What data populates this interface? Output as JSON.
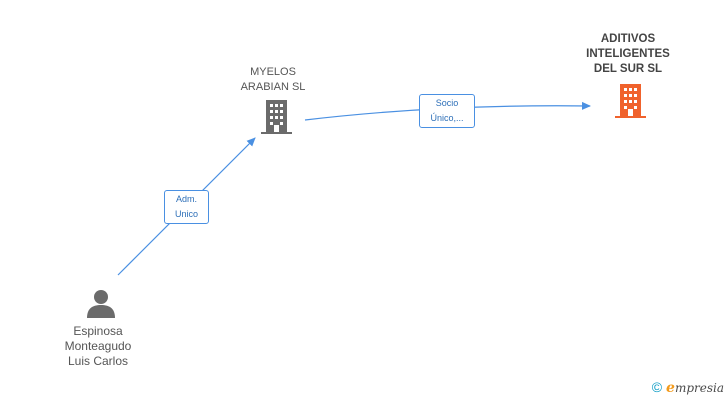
{
  "colors": {
    "edge": "#4a90e2",
    "company_grey": "#6b6b6b",
    "company_highlight": "#f0622c",
    "person": "#6b6b6b",
    "copyright": "#0b9bc4",
    "brand_accent": "#f39a1b"
  },
  "nodes": {
    "person": {
      "lines": [
        "Espinosa",
        "Monteagudo",
        "Luis Carlos"
      ],
      "icon": "person-icon"
    },
    "company_a": {
      "lines": [
        "MYELOS",
        "ARABIAN SL"
      ],
      "icon": "building-icon"
    },
    "company_b": {
      "lines": [
        "ADITIVOS",
        "INTELIGENTES",
        "DEL SUR SL"
      ],
      "icon": "building-icon"
    }
  },
  "edges": {
    "person_to_a": {
      "lines": [
        "Adm.",
        "Unico"
      ]
    },
    "a_to_b": {
      "lines": [
        "Socio",
        "Único,..."
      ]
    }
  },
  "footer": {
    "copyright_symbol": "©",
    "brand_first": "e",
    "brand_rest": "mpresia"
  }
}
